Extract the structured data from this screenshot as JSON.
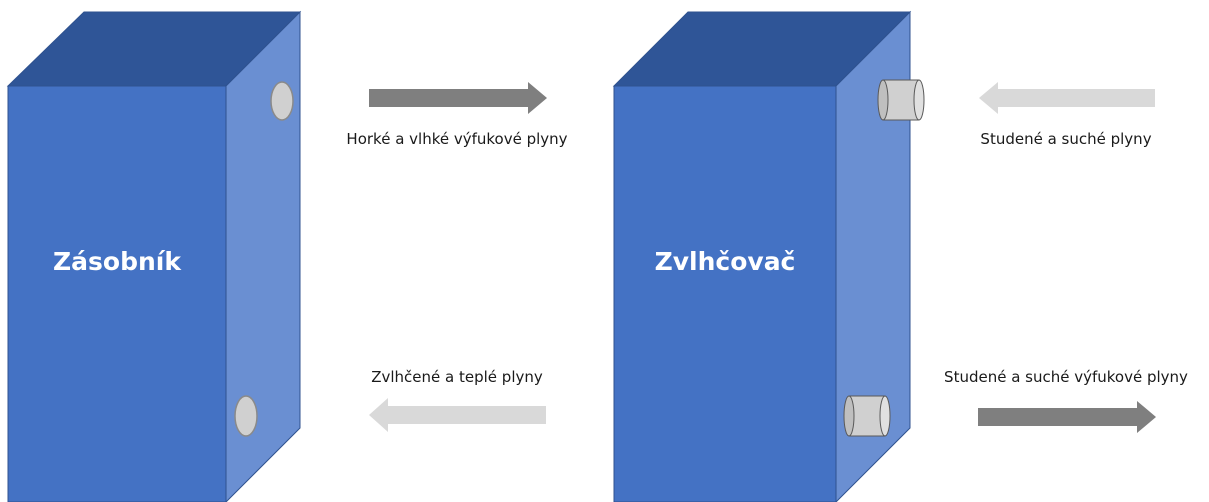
{
  "boxes": {
    "reservoir": {
      "title": "Zásobník"
    },
    "humidifier": {
      "title": "Zvlhčovač"
    }
  },
  "flows": {
    "hot_humid_exhaust": "Horké a vlhké výfukové plyny",
    "cold_dry_gases": "Studené a suché plyny",
    "humidified_warm_gases": "Zvlhčené a teplé plyny",
    "cold_dry_exhaust": "Studené a suché výfukové plyny"
  },
  "colors": {
    "box_front": "#4472c4",
    "box_top": "#2f5597",
    "box_side": "#6a8fd2",
    "port": "#d0d0d0",
    "arrow_dark": "#7f7f7f",
    "arrow_light": "#d9d9d9"
  }
}
